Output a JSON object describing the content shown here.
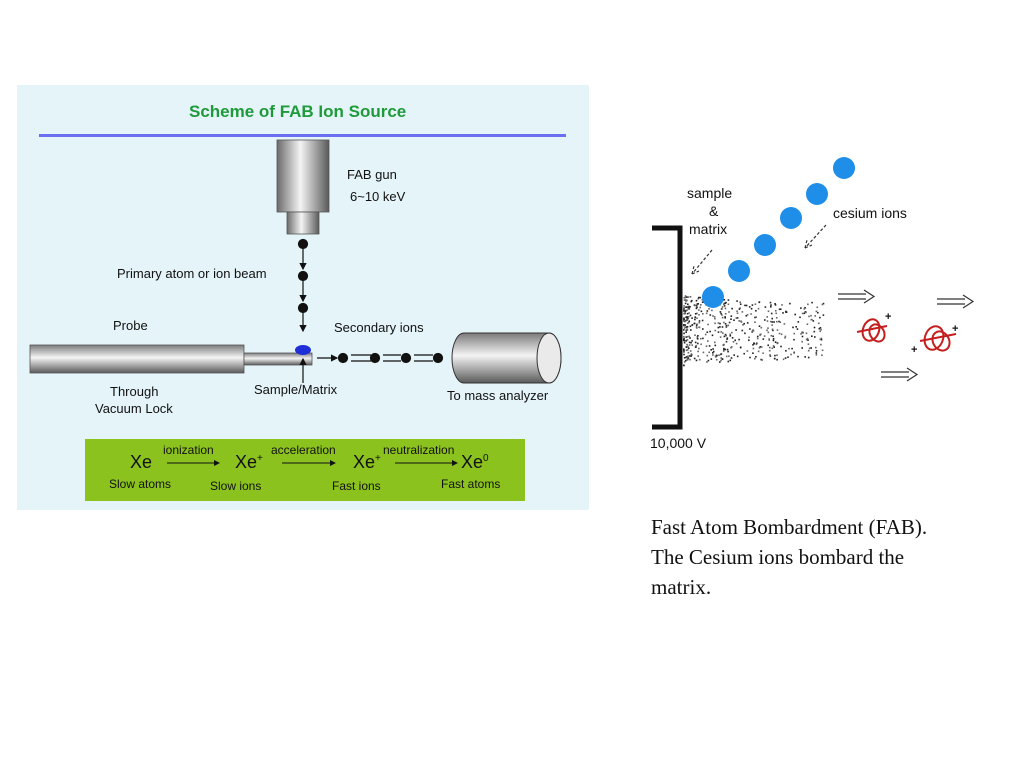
{
  "left_diagram": {
    "title": "Scheme of FAB Ion Source",
    "labels": {
      "fab_gun": "FAB gun",
      "fab_energy": "6~10 keV",
      "primary_beam": "Primary atom or ion beam",
      "probe": "Probe",
      "secondary_ions": "Secondary ions",
      "through": "Through",
      "vacuum_lock": "Vacuum Lock",
      "sample_matrix": "Sample/Matrix",
      "mass_analyzer": "To mass analyzer"
    },
    "process": {
      "steps": [
        {
          "symbol": "Xe",
          "sup": "",
          "state": "Slow atoms"
        },
        {
          "symbol": "Xe",
          "sup": "+",
          "state": "Slow ions"
        },
        {
          "symbol": "Xe",
          "sup": "+",
          "state": "Fast ions"
        },
        {
          "symbol": "Xe",
          "sup": "0",
          "state": "Fast atoms"
        }
      ],
      "transitions": [
        "ionization",
        "acceleration",
        "neutralization"
      ]
    },
    "colors": {
      "panel_bg": "#e4f4f9",
      "title": "#1f9a3a",
      "rule": "#6a6ef0",
      "process_bg": "#8cc21e",
      "sample": "#1f2fd8"
    }
  },
  "right_diagram": {
    "labels": {
      "sample": "sample",
      "amp": "&",
      "matrix": "matrix",
      "cesium_ions": "cesium ions",
      "voltage": "10,000 V"
    },
    "colors": {
      "cesium": "#1e8ee8",
      "ion": "#c41e1e"
    }
  },
  "caption": {
    "line1": "Fast Atom Bombardment (FAB).",
    "line2": "The Cesium ions bombard the",
    "line3": "matrix."
  }
}
